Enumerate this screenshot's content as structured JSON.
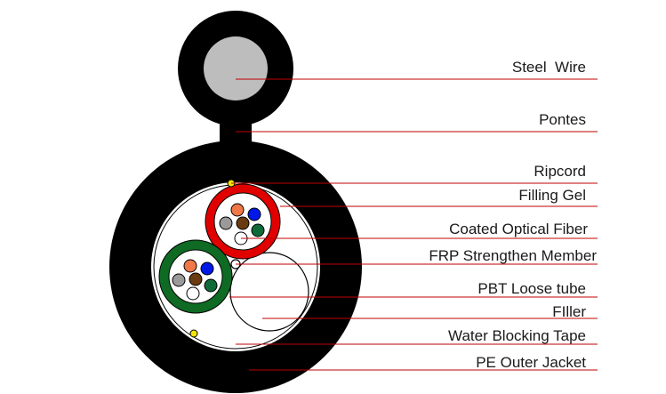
{
  "labels": [
    {
      "id": "steel-wire",
      "text": "Steel  Wire"
    },
    {
      "id": "pontes",
      "text": "Pontes"
    },
    {
      "id": "ripcord",
      "text": "Ripcord"
    },
    {
      "id": "filling-gel",
      "text": "Filling Gel"
    },
    {
      "id": "coated-optical-fiber",
      "text": "Coated Optical Fiber"
    },
    {
      "id": "frp-strengthen-member",
      "text": "FRP Strengthen Member"
    },
    {
      "id": "pbt-loose-tube",
      "text": "PBT Loose tube"
    },
    {
      "id": "filler",
      "text": "FIller"
    },
    {
      "id": "water-blocking-tape",
      "text": "Water Blocking Tape"
    },
    {
      "id": "pe-outer-jacket",
      "text": "PE Outer Jacket"
    }
  ],
  "colors": {
    "jacket": "#000000",
    "steel_wire": "#bdbdbd",
    "leader_line": "#c00000",
    "tube_red": "#e10000",
    "tube_green": "#0f6a24",
    "ripcord": "#f2e600",
    "fiber_blue": "#0018e8",
    "fiber_brown": "#6a3a10",
    "fiber_green": "#0f6a38",
    "fiber_orange": "#f07848",
    "fiber_gray": "#9a9a9a",
    "fiber_white": "#ffffff"
  }
}
